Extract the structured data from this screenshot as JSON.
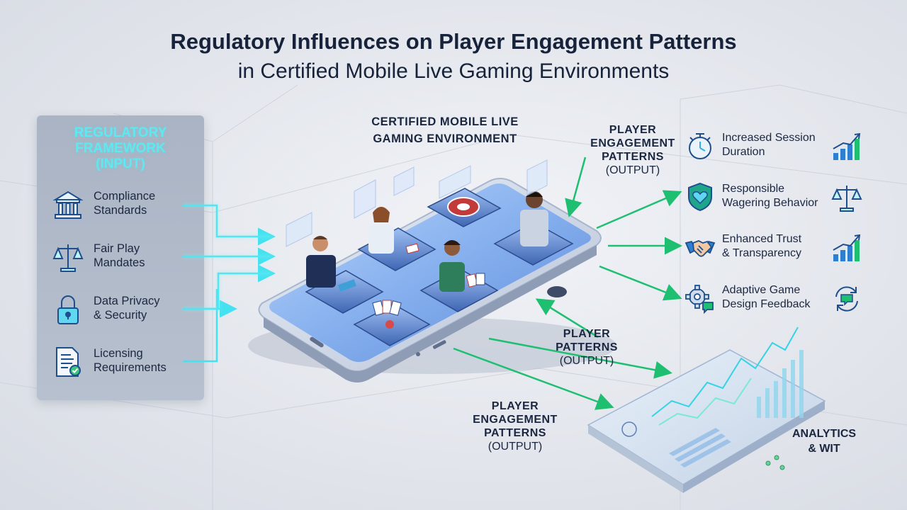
{
  "title": {
    "line1": "Regulatory Influences on Player Engagement Patterns",
    "line2": "in Certified Mobile Live Gaming Environments"
  },
  "input_panel": {
    "title_line1": "REGULATORY",
    "title_line2": "FRAMEWORK",
    "title_line3": "(INPUT)",
    "items": [
      {
        "line1": "Compliance",
        "line2": "Standards",
        "icon": "institution-icon"
      },
      {
        "line1": "Fair Play",
        "line2": "Mandates",
        "icon": "scales-icon"
      },
      {
        "line1": "Data Privacy",
        "line2": "& Security",
        "icon": "padlock-icon"
      },
      {
        "line1": "Licensing",
        "line2": "Requirements",
        "icon": "certificate-icon"
      }
    ]
  },
  "environment": {
    "title_line1": "CERTIFIED MOBILE LIVE",
    "title_line2": "GAMING ENVIRONMENT"
  },
  "output_labels": {
    "top": {
      "line1": "PLAYER",
      "line2": "ENGAGEMENT",
      "line3": "PATTERNS",
      "line4": "(OUTPUT)"
    },
    "middle": {
      "line1": "PLAYER",
      "line2": "PATTERNS",
      "line3": "(OUTPUT)"
    },
    "bottom": {
      "line1": "PLAYER",
      "line2": "ENGAGEMENT",
      "line3": "PATTERNS",
      "line4": "(OUTPUT)"
    }
  },
  "results": [
    {
      "line1": "Increased Session",
      "line2": "Duration",
      "icon": "stopwatch-icon",
      "chart_icon": "bar-growth-icon"
    },
    {
      "line1": "Responsible",
      "line2": "Wagering Behavior",
      "icon": "shield-heart-icon",
      "chart_icon": "scales-icon"
    },
    {
      "line1": "Enhanced Trust",
      "line2": "& Transparency",
      "icon": "handshake-icon",
      "chart_icon": "bar-growth-icon"
    },
    {
      "line1": "Adaptive Game",
      "line2": "Design Feedback",
      "icon": "gear-chat-icon",
      "chart_icon": "refresh-chat-icon"
    }
  ],
  "analytics": {
    "line1": "ANALYTICS",
    "line2": "& WIT"
  },
  "colors": {
    "accent_cyan": "#3fe0ee",
    "accent_green": "#1fbf72",
    "navy": "#1b2740",
    "phone_blue": "#7fa6e6"
  }
}
